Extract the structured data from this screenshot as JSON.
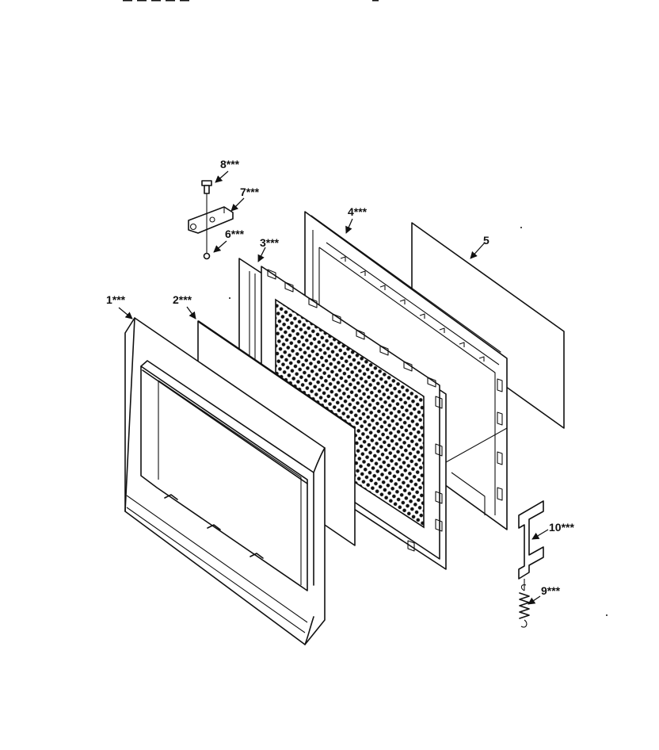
{
  "callouts": [
    {
      "id": "1",
      "text": "1***"
    },
    {
      "id": "2",
      "text": "2***"
    },
    {
      "id": "3",
      "text": "3***"
    },
    {
      "id": "4",
      "text": "4***"
    },
    {
      "id": "5",
      "text": "5"
    },
    {
      "id": "6",
      "text": "6***"
    },
    {
      "id": "7",
      "text": "7***"
    },
    {
      "id": "8",
      "text": "8***"
    },
    {
      "id": "9",
      "text": "9***"
    },
    {
      "id": "10",
      "text": "10***"
    }
  ]
}
